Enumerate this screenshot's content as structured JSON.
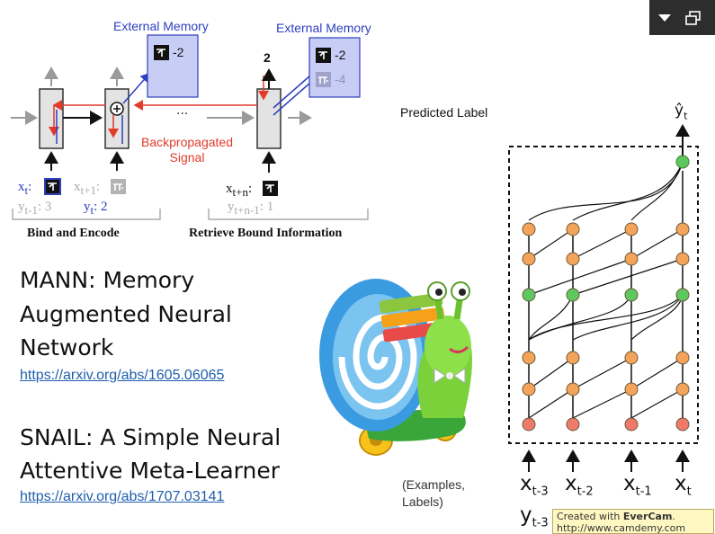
{
  "mann_diagram": {
    "memory_left": {
      "title": "External Memory",
      "slot": "-2"
    },
    "memory_right": {
      "title": "External Memory",
      "slot1": "-2",
      "slot2": "-4"
    },
    "backprop_line1": "Backpropagated",
    "backprop_line2": "Signal",
    "dots": "...",
    "output_label": "2",
    "x_t": {
      "main": "x",
      "sub": "t",
      "suffix": ":"
    },
    "x_t1": {
      "main": "x",
      "sub": "t+1",
      "suffix": ":"
    },
    "x_tn": {
      "main": "x",
      "sub": "t+n",
      "suffix": ":"
    },
    "y_t1": {
      "main": "y",
      "sub": "t-1",
      "value": ": 3"
    },
    "y_t": {
      "main": "y",
      "sub": "t",
      "value": ": 2"
    },
    "y_tn": {
      "main": "y",
      "sub": "t+n-1",
      "value": ": 1"
    },
    "section_left": "Bind and Encode",
    "section_right": "Retrieve Bound Information"
  },
  "mann_text": {
    "line1": "MANN: Memory",
    "line2": "Augmented Neural",
    "line3": "Network",
    "link": "https://arxiv.org/abs/1605.06065"
  },
  "snail_text": {
    "line1": "SNAIL: A Simple Neural",
    "line2": "Attentive Meta-Learner",
    "link": "https://arxiv.org/abs/1707.03141"
  },
  "snail_diagram": {
    "predicted_label": "Predicted Label",
    "yhat": {
      "main": "ŷ",
      "sub": "t"
    },
    "examples_line1": "(Examples,",
    "examples_line2": "Labels)",
    "x_labels": [
      {
        "main": "x",
        "sub": "t-3"
      },
      {
        "main": "x",
        "sub": "t-2"
      },
      {
        "main": "x",
        "sub": "t-1"
      },
      {
        "main": "x",
        "sub": "t"
      }
    ],
    "y_label": {
      "main": "y",
      "sub": "t-3"
    },
    "colors": {
      "top": "#f4a45a",
      "attention": "#5ec85e",
      "bottom": "#ef7a6a"
    }
  },
  "toolbar": {
    "icons": [
      "dropdown-arrow-icon",
      "restore-window-icon"
    ]
  },
  "watermark": {
    "line1_prefix": "Created with ",
    "line1_brand": "EverCam",
    "line1_suffix": ".",
    "line2": "http://www.camdemy.com"
  }
}
